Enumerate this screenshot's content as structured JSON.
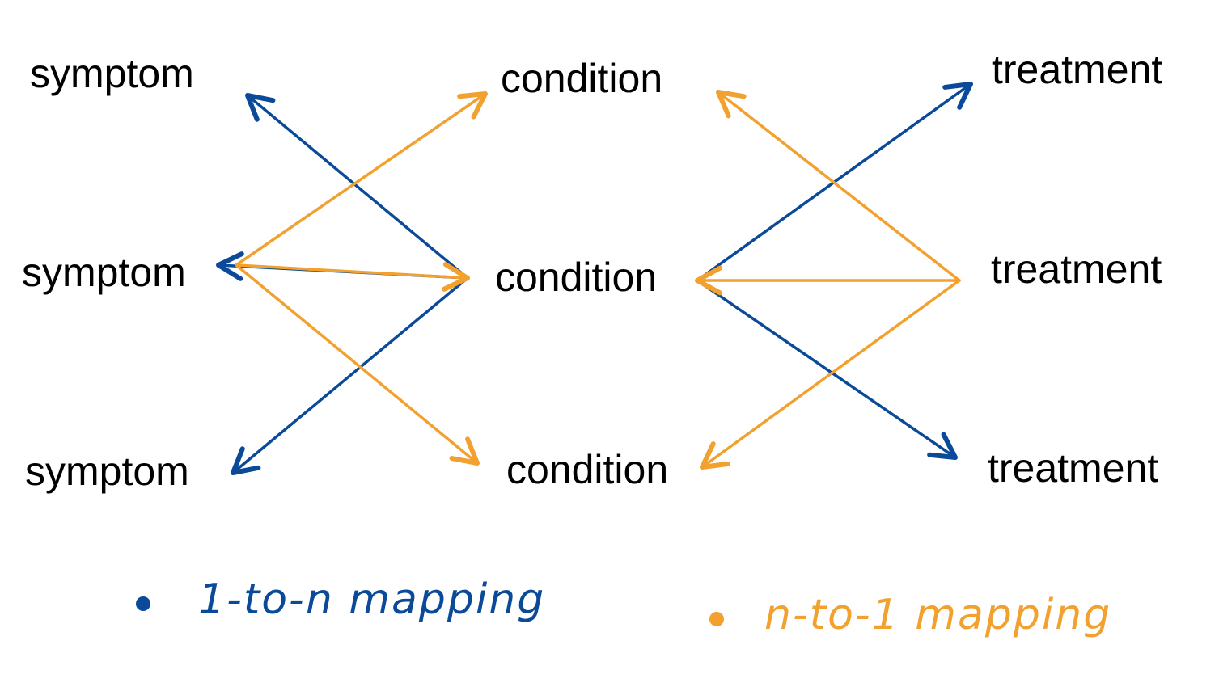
{
  "nodes": {
    "symptom_1": "symptom",
    "symptom_2": "symptom",
    "symptom_3": "symptom",
    "condition_1": "condition",
    "condition_2": "condition",
    "condition_3": "condition",
    "treatment_1": "treatment",
    "treatment_2": "treatment",
    "treatment_3": "treatment"
  },
  "legend": {
    "one_to_n": {
      "label": "1-to-n mapping",
      "color": "#0A4A99"
    },
    "n_to_one": {
      "label": "n-to-1 mapping",
      "color": "#F2A02E"
    }
  },
  "edges": [
    {
      "from": "condition_2",
      "to": "symptom_1",
      "type": "one_to_n"
    },
    {
      "from": "condition_2",
      "to": "symptom_2",
      "type": "one_to_n"
    },
    {
      "from": "condition_2",
      "to": "symptom_3",
      "type": "one_to_n"
    },
    {
      "from": "symptom_2",
      "to": "condition_1",
      "type": "n_to_one"
    },
    {
      "from": "symptom_2",
      "to": "condition_2",
      "type": "n_to_one"
    },
    {
      "from": "symptom_2",
      "to": "condition_3",
      "type": "n_to_one"
    },
    {
      "from": "condition_2",
      "to": "treatment_1",
      "type": "one_to_n"
    },
    {
      "from": "condition_2",
      "to": "treatment_3",
      "type": "one_to_n"
    },
    {
      "from": "treatment_2",
      "to": "condition_1",
      "type": "n_to_one"
    },
    {
      "from": "treatment_2",
      "to": "condition_2",
      "type": "n_to_one"
    },
    {
      "from": "treatment_2",
      "to": "condition_3",
      "type": "n_to_one"
    }
  ]
}
